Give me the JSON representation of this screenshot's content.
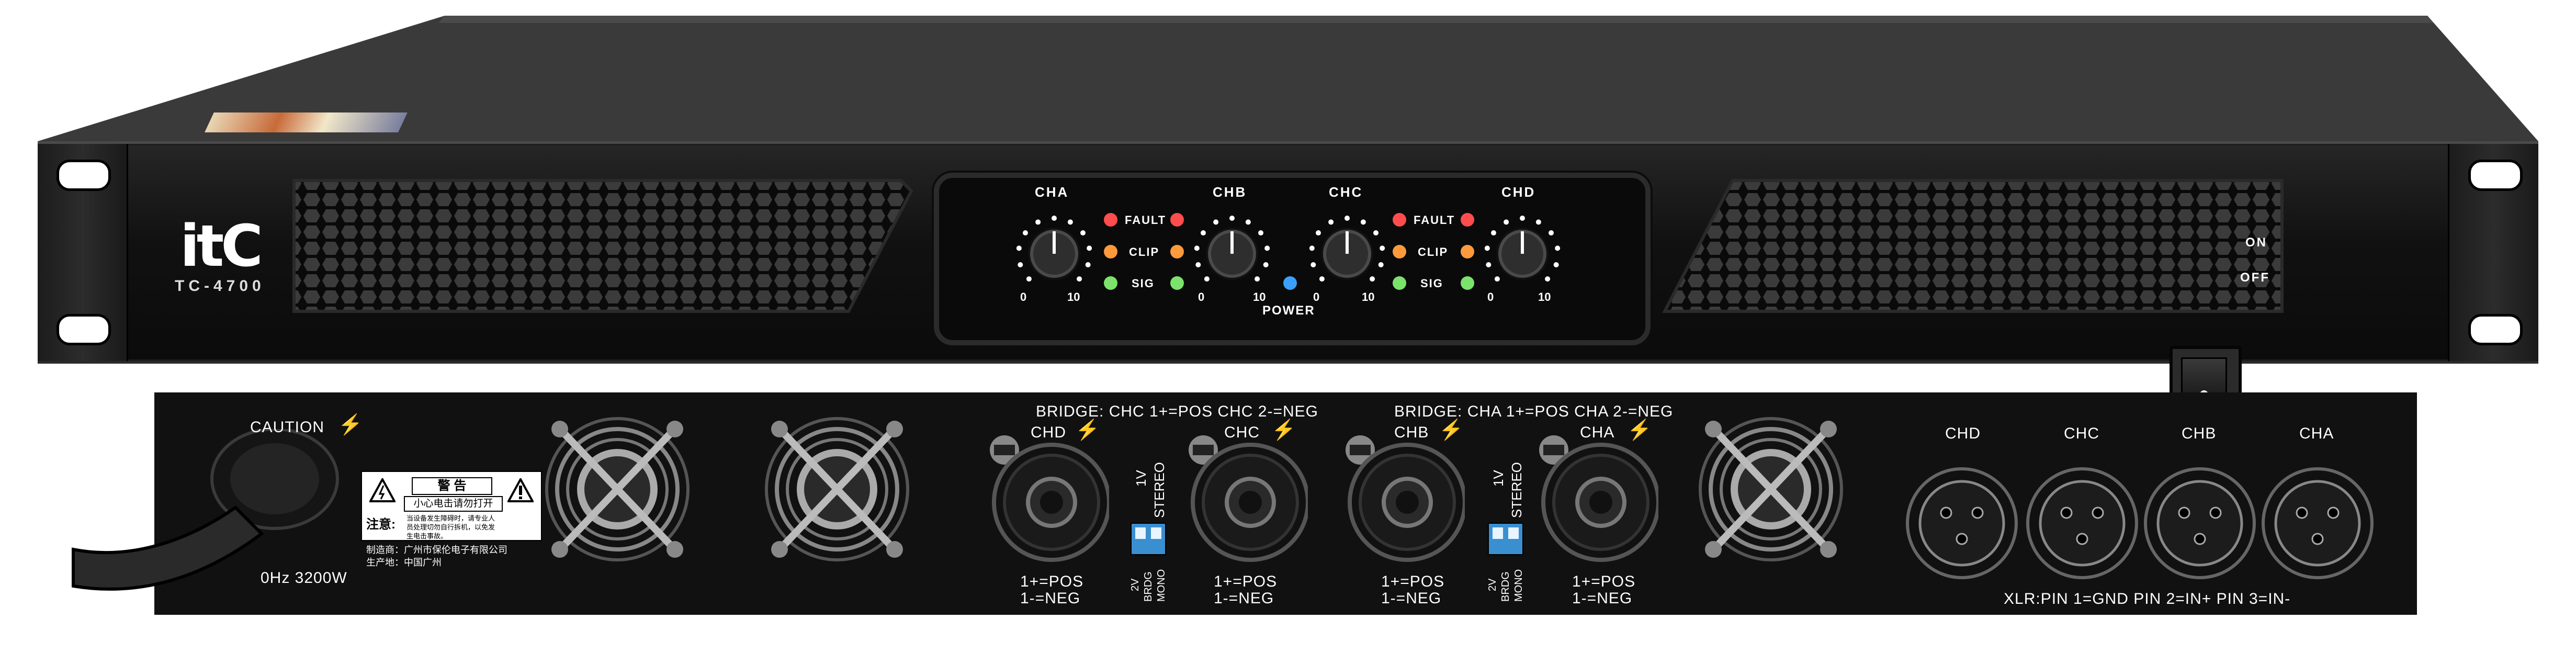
{
  "front_panel": {
    "logo": "itC",
    "model": "TC-4700",
    "channels": [
      {
        "label": "CHA",
        "scale_min": "0",
        "scale_max": "10"
      },
      {
        "label": "CHB",
        "scale_min": "0",
        "scale_max": "10"
      },
      {
        "label": "CHC",
        "scale_min": "0",
        "scale_max": "10"
      },
      {
        "label": "CHD",
        "scale_min": "0",
        "scale_max": "10"
      }
    ],
    "indicators": {
      "fault": "FAULT",
      "clip": "CLIP",
      "sig": "SIG"
    },
    "power_label": "POWER",
    "switch": {
      "on": "ON",
      "off": "OFF"
    },
    "colors": {
      "fault_led": "#ff4d4d",
      "clip_led": "#ff9a3c",
      "sig_led": "#7be36b",
      "power_led": "#3aa0ff"
    }
  },
  "rear_panel": {
    "caution": "CAUTION",
    "power_rating": "0Hz  3200W",
    "warning_label": {
      "title": "警 告",
      "subtitle": "小心电击请勿打开",
      "note_label": "注意:",
      "note_text": "当设备发生障碍时，请专业人员处理切勿自行拆机，以免发生电击事故。"
    },
    "manufacturer": "制造商：广州市保伦电子有限公司",
    "origin": "生产地：中国广州",
    "bridge_left": "BRIDGE: CHC 1+=POS   CHC 2-=NEG",
    "bridge_right": "BRIDGE: CHA 1+=POS   CHA 2-=NEG",
    "speaker_outputs": [
      {
        "label": "CHD",
        "pos": "1+=POS",
        "neg": "1-=NEG"
      },
      {
        "label": "CHC",
        "pos": "1+=POS",
        "neg": "1-=NEG"
      },
      {
        "label": "CHB",
        "pos": "1+=POS",
        "neg": "1-=NEG"
      },
      {
        "label": "CHA",
        "pos": "1+=POS",
        "neg": "1-=NEG"
      }
    ],
    "dip_labels": {
      "top_a": "1V",
      "top_b": "STEREO",
      "bottom_a": "2V",
      "bottom_b": "BRDG",
      "bottom_c": "MONO"
    },
    "xlr_inputs": [
      "CHD",
      "CHC",
      "CHB",
      "CHA"
    ],
    "xlr_pinout": "XLR:PIN 1=GND PIN 2=IN+ PIN 3=IN-"
  }
}
